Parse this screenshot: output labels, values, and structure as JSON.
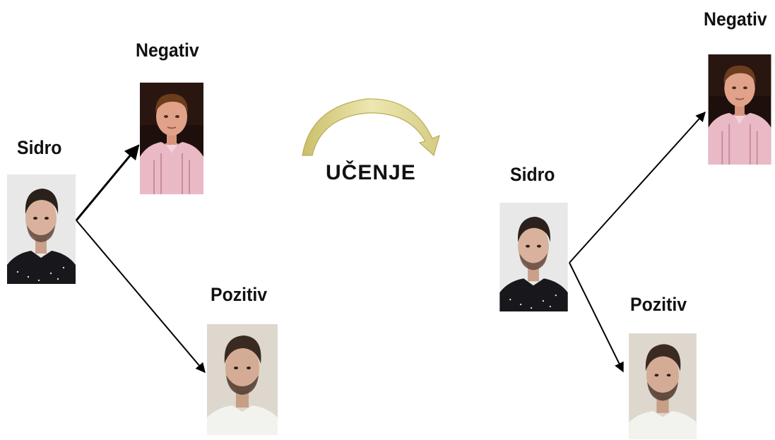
{
  "left": {
    "anchor_label": "Sidro",
    "negative_label": "Negativ",
    "positive_label": "Pozitiv"
  },
  "center": {
    "label": "UČENJE",
    "arrow_color": "#e2d98e"
  },
  "right": {
    "anchor_label": "Sidro",
    "negative_label": "Negativ",
    "positive_label": "Pozitiv"
  },
  "colors": {
    "arrow": "#000000",
    "negative_bg": "#1d0f0c",
    "negative_shirt": "#e9b9c6",
    "anchor_bg": "#e8e8e8",
    "anchor_shirt": "#17171c",
    "positive_bg": "#ddd7cd",
    "positive_shirt": "#f2f2ef"
  }
}
